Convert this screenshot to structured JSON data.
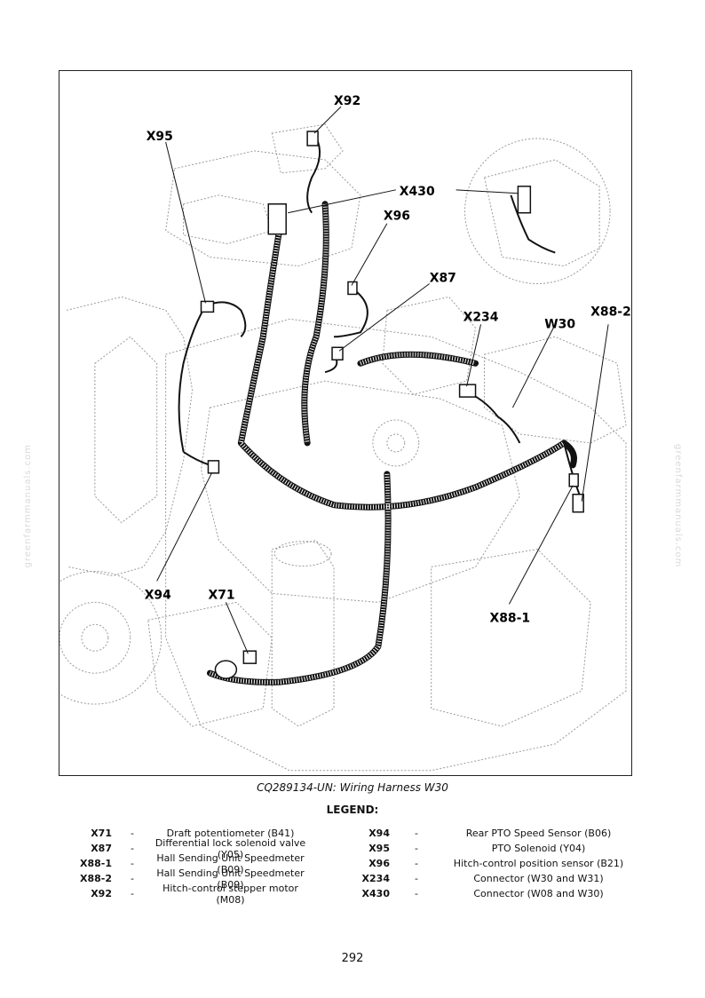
{
  "figure": {
    "callouts": {
      "x92": "X92",
      "x95": "X95",
      "x430": "X430",
      "x96": "X96",
      "x87": "X87",
      "x234": "X234",
      "w30": "W30",
      "x88_2": "X88-2",
      "x94": "X94",
      "x71": "X71",
      "x88_1": "X88-1"
    },
    "caption": "CQ289134-UN: Wiring Harness W30"
  },
  "legend": {
    "title": "LEGEND:",
    "rows": [
      {
        "code_a": "X71",
        "dash_a": "-",
        "desc_a": "Draft potentiometer (B41)",
        "code_b": "X94",
        "dash_b": "-",
        "desc_b": "Rear PTO Speed Sensor (B06)"
      },
      {
        "code_a": "X87",
        "dash_a": "-",
        "desc_a": "Differential lock solenoid valve (Y05)",
        "code_b": "X95",
        "dash_b": "-",
        "desc_b": "PTO Solenoid (Y04)"
      },
      {
        "code_a": "X88-1",
        "dash_a": "-",
        "desc_a": "Hall Sending Unit Speedmeter (B09)",
        "code_b": "X96",
        "dash_b": "-",
        "desc_b": "Hitch-control position sensor (B21)"
      },
      {
        "code_a": "X88-2",
        "dash_a": "-",
        "desc_a": "Hall Sending Unit Speedmeter (B09)",
        "code_b": "X234",
        "dash_b": "-",
        "desc_b": "Connector (W30 and W31)"
      },
      {
        "code_a": "X92",
        "dash_a": "-",
        "desc_a": "Hitch-control stepper motor (M08)",
        "code_b": "X430",
        "dash_b": "-",
        "desc_b": "Connector (W08 and W30)"
      }
    ]
  },
  "page_number": "292",
  "watermark": "greenfarmmanuals.com"
}
